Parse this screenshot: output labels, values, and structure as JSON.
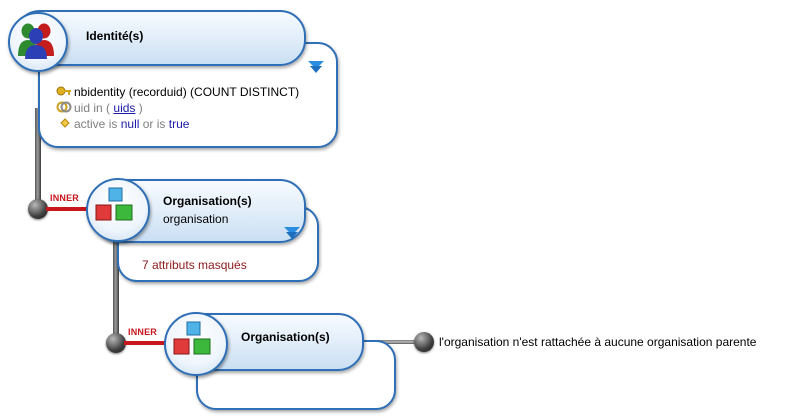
{
  "nodes": {
    "identity": {
      "title": "Identité(s)",
      "rows": {
        "key": {
          "text": "nbidentity (recorduid) (COUNT DISTINCT)"
        },
        "filter_uid": {
          "field": "uid",
          "op": "in",
          "open": "(",
          "param": "uids",
          "close": ")"
        },
        "filter_active": {
          "field": "active",
          "is1": "is",
          "null": "null",
          "or": "or",
          "is2": "is",
          "true": "true"
        }
      }
    },
    "org1": {
      "title": "Organisation(s)",
      "subtitle": "organisation",
      "hidden_attrs": "7 attributs masqués",
      "join": "INNER"
    },
    "org2": {
      "title": "Organisation(s)",
      "join": "INNER",
      "note": "l'organisation n'est rattachée à aucune organisation parente"
    }
  },
  "colors": {
    "panel_border": "#2f6fb6",
    "join_red": "#c8161d",
    "param_blue": "#1a1aa8"
  },
  "icons": [
    "users-group-icon",
    "cubes-icon",
    "key-icon",
    "link-icon",
    "filter-diamond-icon",
    "chevron-down-icon"
  ]
}
